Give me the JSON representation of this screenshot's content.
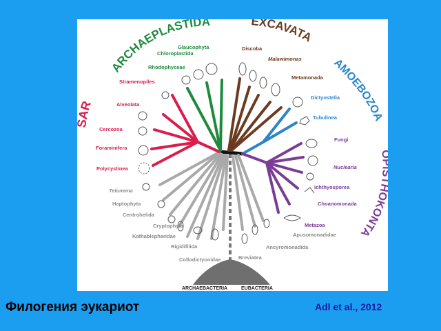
{
  "title": "Филогения эукариот",
  "citation": "Adl et al., 2012",
  "supergroups": {
    "archaeplastida": "ARCHAEPLASTIDA",
    "excavata": "EXCAVATA",
    "amoebozoa": "AMOEBOZOA",
    "opisthokonta": "OPISTHOKONTA",
    "sar": "SAR"
  },
  "roots": {
    "archaebacteria": "ARCHAEBACTERIA",
    "eubacteria": "EUBACTERIA"
  },
  "taxa": {
    "glaucophyta": "Glaucophyta",
    "chloroplastida": "Chloroplastida",
    "rhodophyceae": "Rhodophyceae",
    "discoba": "Discoba",
    "malawimonas": "Malawimonas",
    "metamonada": "Metamonada",
    "dictyostelia": "Dictyostelia",
    "tubulinea": "Tubulinea",
    "fungi": "Fungi",
    "nuclearia": "Nuclearia",
    "ichthyosporea": "Ichthyosporea",
    "choanomonada": "Choanomonada",
    "metazoa": "Metazoa",
    "stramenopiles": "Stramenopiles",
    "alveolata": "Alveolata",
    "cercozoa": "Cercozoa",
    "foraminifera": "Foraminifera",
    "polycystinea": "Polycystinea",
    "telonema": "Telonema",
    "haptophyta": "Haptophyta",
    "centrohelida": "Centrohelida",
    "cryptophyta": "Cryptophyta",
    "kathablepharidae": "Kathablepharidae",
    "rigidifilida": "Rigidifilida",
    "collodictyonidae": "Collodictyonidae",
    "breviatea": "Breviatea",
    "ancyromonadida": "Ancyromonadida",
    "apusomonadidae": "Apusomonadidae"
  },
  "colors": {
    "background": "#1b9df0",
    "archaeplastida": "#1e8a3c",
    "excavata": "#6b3a1f",
    "amoebozoa": "#2b86c8",
    "opisthokonta": "#7a3d96",
    "sar": "#d81e4c",
    "unassigned": "#a9a9a9",
    "core": "#111111"
  }
}
